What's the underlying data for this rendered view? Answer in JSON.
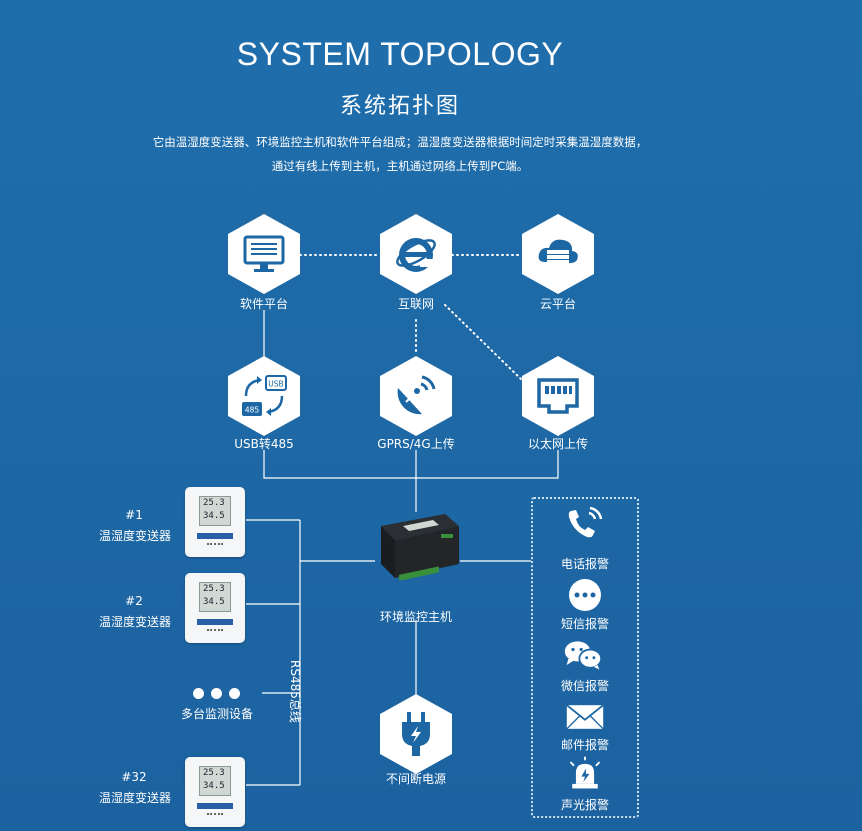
{
  "header": {
    "title": "SYSTEM TOPOLOGY",
    "subtitle": "系统拓扑图",
    "desc_line1": "它由温湿度变送器、环境监控主机和软件平台组成；温湿度变送器根据时间定时采集温湿度数据，",
    "desc_line2": "通过有线上传到主机，主机通过网络上传到PC端。"
  },
  "nodes": {
    "software": "软件平台",
    "internet": "互联网",
    "cloud": "云平台",
    "usb485": "USB转485",
    "gprs": "GPRS/4G上传",
    "ethernet": "以太网上传",
    "controller": "环境监控主机",
    "ups": "不间断电源",
    "bus": "RS485总线"
  },
  "sensors": [
    {
      "num": "#1",
      "label": "温湿度变送器",
      "temp": "25.3",
      "hum": "34.5"
    },
    {
      "num": "#2",
      "label": "温湿度变送器",
      "temp": "25.3",
      "hum": "34.5"
    },
    {
      "num": "#32",
      "label": "温湿度变送器",
      "temp": "25.3",
      "hum": "34.5"
    }
  ],
  "multi_devices": "多台监测设备",
  "device_screens": {
    "usb_badge": "USB",
    "port_badge": "485"
  },
  "alarms": [
    {
      "label": "电话报警",
      "icon": "phone-icon"
    },
    {
      "label": "短信报警",
      "icon": "sms-icon"
    },
    {
      "label": "微信报警",
      "icon": "wechat-icon"
    },
    {
      "label": "邮件报警",
      "icon": "mail-icon"
    },
    {
      "label": "声光报警",
      "icon": "siren-icon"
    }
  ],
  "colors": {
    "background": "#1e6aa8",
    "icon": "#1d67a4",
    "foreground": "#ffffff"
  }
}
